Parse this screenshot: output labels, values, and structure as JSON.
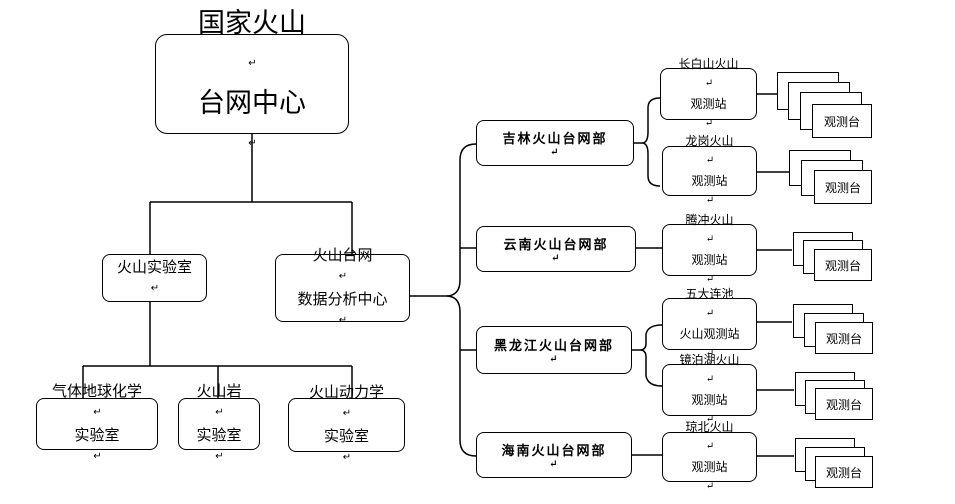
{
  "center": {
    "line1": "国家火山",
    "line2": "台网中心"
  },
  "labs": {
    "main": "火山实验室",
    "gas": {
      "line1": "气体地球化学",
      "line2": "实验室"
    },
    "rock": {
      "line1": "火山岩",
      "line2": "实验室"
    },
    "dynamics": {
      "line1": "火山动力学",
      "line2": "实验室"
    }
  },
  "data_center": {
    "line1": "火山台网",
    "line2": "数据分析中心"
  },
  "networks": [
    {
      "name": "吉林火山台网部"
    },
    {
      "name": "云南火山台网部"
    },
    {
      "name": "黑龙江火山台网部"
    },
    {
      "name": "海南火山台网部"
    }
  ],
  "stations": [
    {
      "line1": "长白山火山",
      "line2": "观测站"
    },
    {
      "line1": "龙岗火山",
      "line2": "观测站"
    },
    {
      "line1": "腾冲火山",
      "line2": "观测站"
    },
    {
      "line1": "五大连池",
      "line2": "火山观测站"
    },
    {
      "line1": "镜泊湖火山",
      "line2": "观测站"
    },
    {
      "line1": "琼北火山",
      "line2": "观测站"
    }
  ],
  "observatory_label": "观测台",
  "para_mark": "↵"
}
